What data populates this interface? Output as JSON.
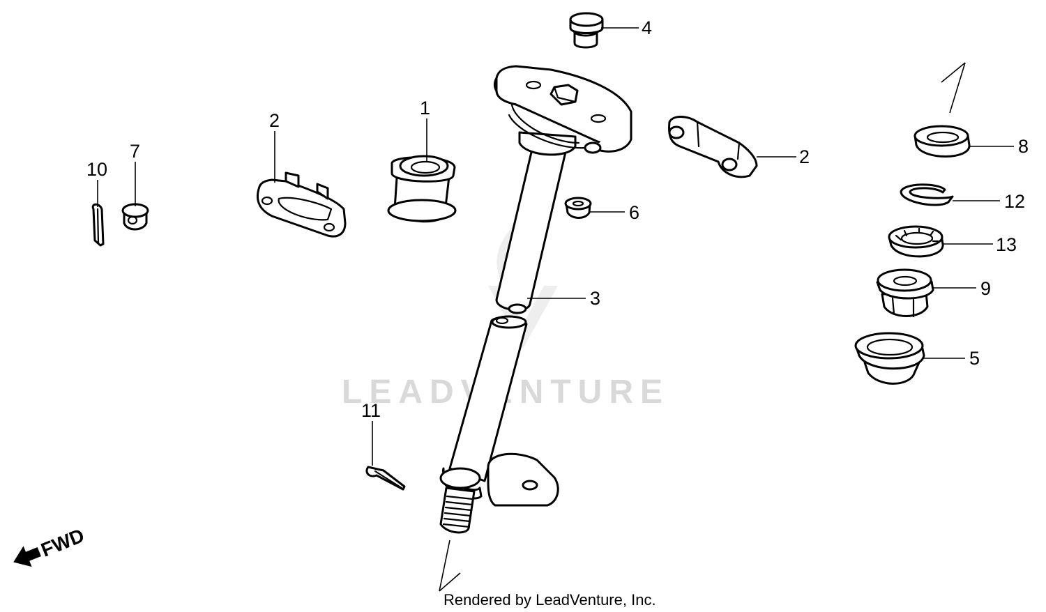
{
  "labels": [
    {
      "number": "1"
    },
    {
      "number": "2"
    },
    {
      "number": "2"
    },
    {
      "number": "3"
    },
    {
      "number": "4"
    },
    {
      "number": "5"
    },
    {
      "number": "6"
    },
    {
      "number": "7"
    },
    {
      "number": "8"
    },
    {
      "number": "9"
    },
    {
      "number": "10"
    },
    {
      "number": "11"
    },
    {
      "number": "12"
    },
    {
      "number": "13"
    }
  ],
  "watermark": "LEADVENTURE",
  "credit": "Rendered by LeadVenture, Inc.",
  "direction_label": "FWD"
}
